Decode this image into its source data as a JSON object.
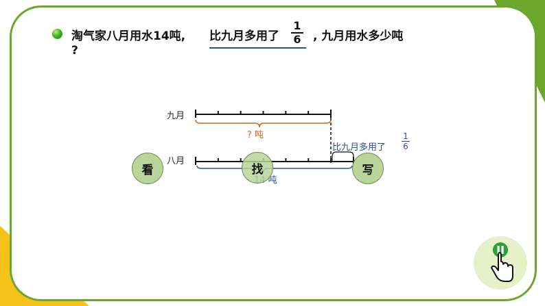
{
  "question": {
    "text_before": "淘气家八月用水14吨,",
    "text_middle": "比九月多用了",
    "fraction": {
      "numerator": "1",
      "denominator": "6"
    },
    "text_after": ",  九月用水多少吨",
    "text_wrap": "?"
  },
  "diagram": {
    "september_label": "九月",
    "august_label": "八月",
    "unknown_label": "? 吨",
    "known_label": "14 吨",
    "diff_label": "比九月多用了",
    "diff_fraction": {
      "numerator": "1",
      "denominator": "6"
    },
    "september_segments": 6,
    "august_segments": 7
  },
  "buttons": {
    "look": "看",
    "find": "找",
    "write": "写"
  },
  "colors": {
    "frame": "#6aa72b",
    "accent_orange": "#d0631f",
    "accent_blue": "#2c4d9a",
    "button_fill": "#b9d59a"
  }
}
